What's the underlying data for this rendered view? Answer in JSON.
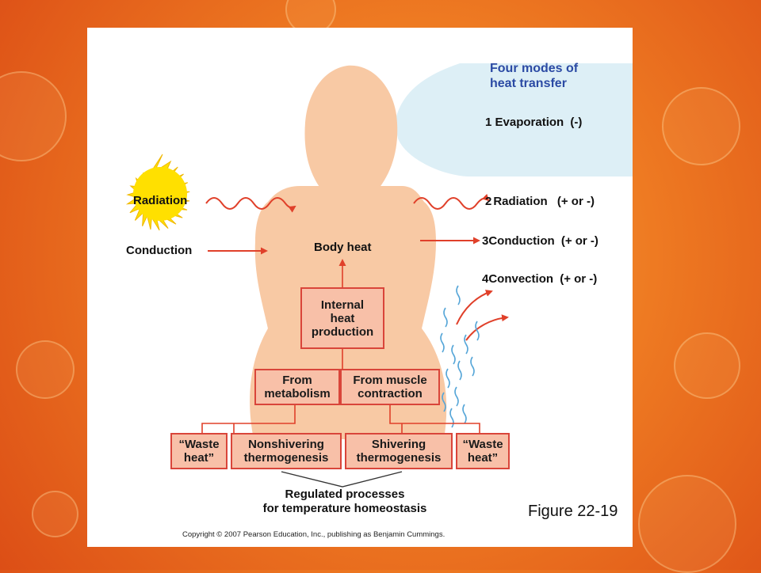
{
  "diagram": {
    "legend_title": "Four modes of\nheat transfer",
    "modes": [
      {
        "number": "1",
        "label": "Evaporation",
        "sign": "(-)"
      },
      {
        "number": "2",
        "label": "Radiation",
        "sign": "(+ or -)"
      },
      {
        "number": "3",
        "label": "Conduction",
        "sign": "(+ or -)"
      },
      {
        "number": "4",
        "label": "Convection",
        "sign": "(+ or -)"
      }
    ],
    "sun_label": "Radiation",
    "conduction_in_label": "Conduction",
    "body_heat_label": "Body heat",
    "boxes": {
      "internal": "Internal\nheat\nproduction",
      "metabolism": "From\nmetabolism",
      "muscle": "From muscle\ncontraction",
      "waste_left": "“Waste\nheat”",
      "nonshivering": "Nonshivering\nthermogenesis",
      "shivering": "Shivering\nthermogenesis",
      "waste_right": "“Waste\nheat”"
    },
    "regulated_label": "Regulated processes\nfor temperature homeostasis",
    "figure_label": "Figure 22-19",
    "copyright": "Copyright © 2007 Pearson Education, Inc., publishing as Benjamin Cummings."
  },
  "colors": {
    "body": "#f8c9a4",
    "box_fill": "#f8c0a8",
    "box_border": "#d9453a",
    "arrow": "#e0402a",
    "sun": "#ffe000",
    "vapor": "#dbeef6",
    "title_blue": "#2b4aa4"
  }
}
